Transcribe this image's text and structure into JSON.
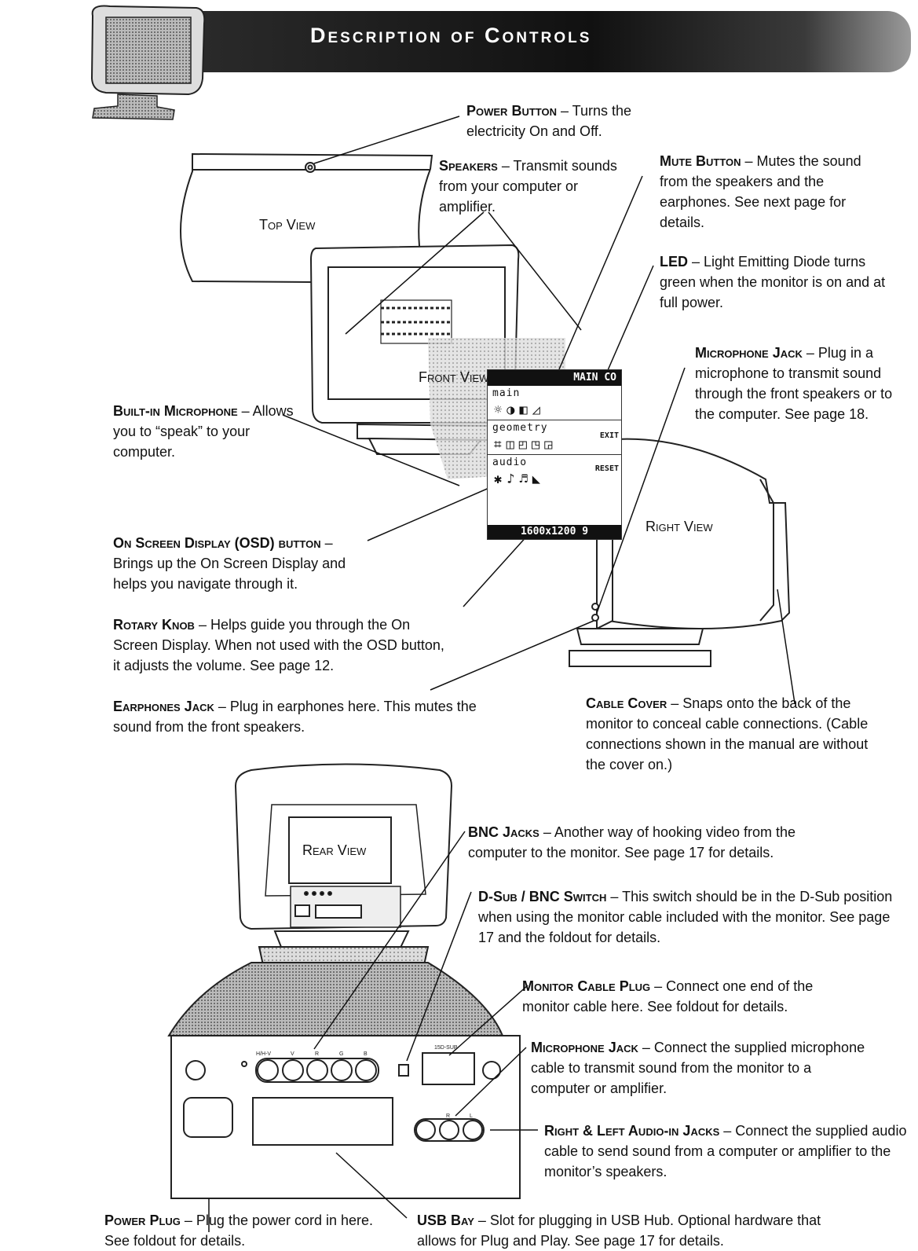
{
  "header": {
    "title": "Description of Controls"
  },
  "views": {
    "top": "Top View",
    "front": "Front View",
    "right": "Right View",
    "rear": "Rear View"
  },
  "osd_menu": {
    "title": "MAIN CO",
    "section_main": "main",
    "section_geometry": "geometry",
    "section_audio": "audio",
    "exit": "EXIT",
    "reset": "RESET",
    "resolution": "1600x1200 9"
  },
  "rear_panel_labels": [
    "H/H-V",
    "V",
    "R",
    "G",
    "B",
    "15D-SUB",
    "R",
    "L"
  ],
  "callouts": {
    "power_button": {
      "term": "Power Button",
      "text": " – Turns the electricity On and Off."
    },
    "speakers": {
      "term": "Speakers",
      "text": " – Transmit sounds from your computer or amplifier."
    },
    "mute_button": {
      "term": "Mute Button",
      "text": " – Mutes the sound from the speakers and the earphones. See next page for details."
    },
    "led": {
      "term": "LED",
      "text": " – Light Emitting Diode turns green when the monitor is on and at full power."
    },
    "microphone_jack_front": {
      "term": "Microphone Jack",
      "text": " – Plug in a microphone to transmit sound through the front speakers or to the computer. See page 18."
    },
    "builtin_microphone": {
      "term": "Built-in Microphone",
      "text": " – Allows you to “speak” to your computer."
    },
    "osd_button": {
      "term": "On Screen Display (OSD) button",
      "text": " – Brings up the On Screen Display and helps you navigate through it."
    },
    "rotary_knob": {
      "term": "Rotary Knob",
      "text": " – Helps guide you through the On Screen Display. When not used with the OSD button, it adjusts the volume. See page 12."
    },
    "earphones_jack": {
      "term": "Earphones Jack",
      "text": " – Plug in earphones here. This mutes the sound from the front speakers."
    },
    "cable_cover": {
      "term": "Cable Cover",
      "text": " – Snaps onto the back of the monitor to conceal cable connections. (Cable connections shown in the manual are without the cover on.)"
    },
    "bnc_jacks": {
      "term": "BNC Jacks",
      "text": " – Another way of hooking video from the computer to the monitor. See page 17 for details."
    },
    "dsub_bnc_switch": {
      "term": "D-Sub / BNC Switch",
      "text": " – This switch should be in the D-Sub position when using the monitor cable included with the monitor. See page 17 and the foldout for details."
    },
    "monitor_cable_plug": {
      "term": "Monitor Cable Plug",
      "text": " – Connect one end of the monitor cable here. See foldout for details."
    },
    "microphone_jack_rear": {
      "term": "Microphone Jack",
      "text": " – Connect the supplied microphone cable to transmit sound from the monitor to a computer or amplifier."
    },
    "audio_in_jacks": {
      "term": "Right & Left Audio-in Jacks",
      "text": " – Connect the supplied audio cable to send sound from a computer or amplifier to the monitor’s speakers."
    },
    "power_plug": {
      "term": "Power Plug",
      "text": " – Plug the power cord in here. See foldout for details."
    },
    "usb_bay": {
      "term": "USB Bay",
      "text": " – Slot for plugging in USB Hub. Optional hardware that allows for Plug and Play. See page 17 for details."
    }
  }
}
